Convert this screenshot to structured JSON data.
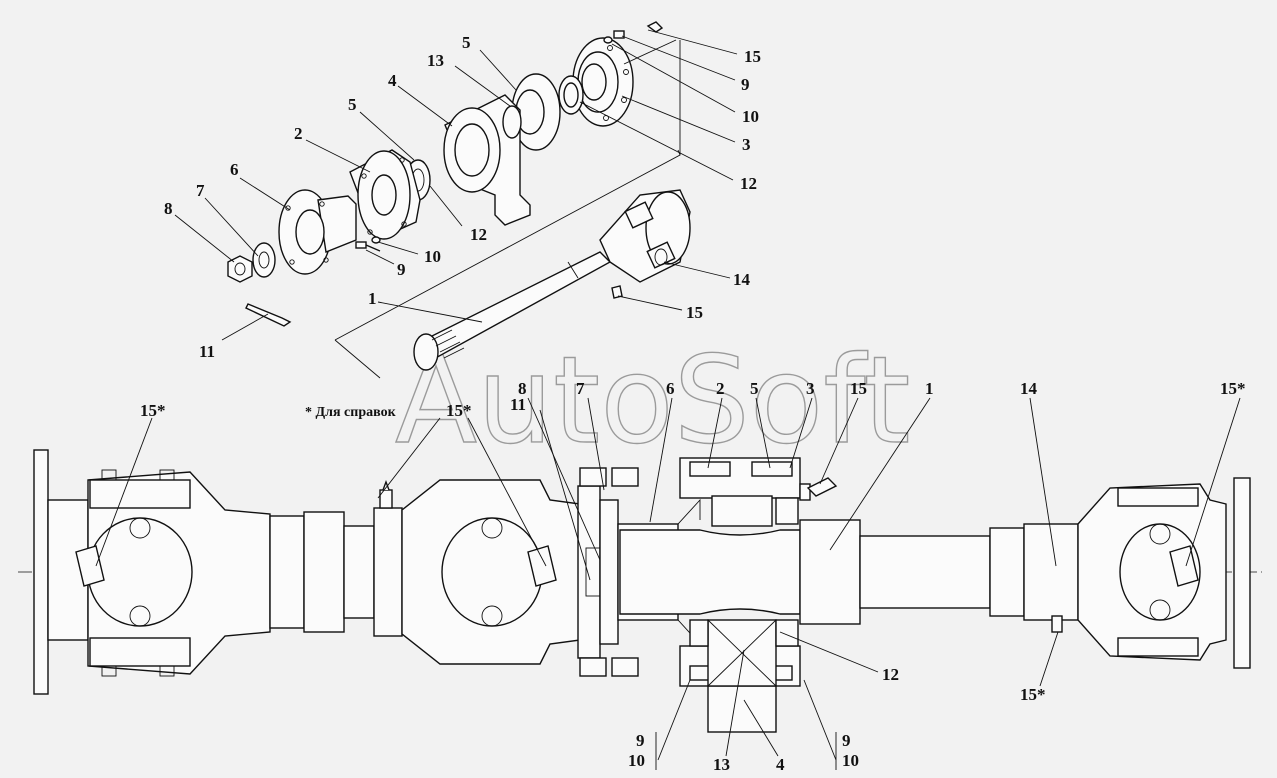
{
  "watermark": "AutoSoft",
  "note": "* Для справок",
  "callouts": {
    "c15_top": "15",
    "c9_top": "9",
    "c10_top": "10",
    "c3_top": "3",
    "c12_top": "12",
    "c5_top_a": "5",
    "c13_top": "13",
    "c4_top": "4",
    "c5_top_b": "5",
    "c2_top": "2",
    "c6_top": "6",
    "c7_top": "7",
    "c8_top": "8",
    "c12_mid": "12",
    "c10_mid": "10",
    "c9_mid": "9",
    "c14_top": "14",
    "c15_mid": "15",
    "c1_top": "1",
    "c11_top": "11",
    "c15s_left": "15*",
    "c15s_center": "15*",
    "c8_sec": "8",
    "c11_sec": "11",
    "c7_sec": "7",
    "c6_sec": "6",
    "c2_sec": "2",
    "c5_sec": "5",
    "c3_sec": "3",
    "c15_sec": "15",
    "c1_sec": "1",
    "c14_sec": "14",
    "c15s_right": "15*",
    "c12_sec": "12",
    "c15s_bottom": "15*",
    "c9_bl": "9",
    "c10_bl": "10",
    "c13_bot": "13",
    "c4_bot": "4",
    "c9_br": "9",
    "c10_br": "10"
  }
}
